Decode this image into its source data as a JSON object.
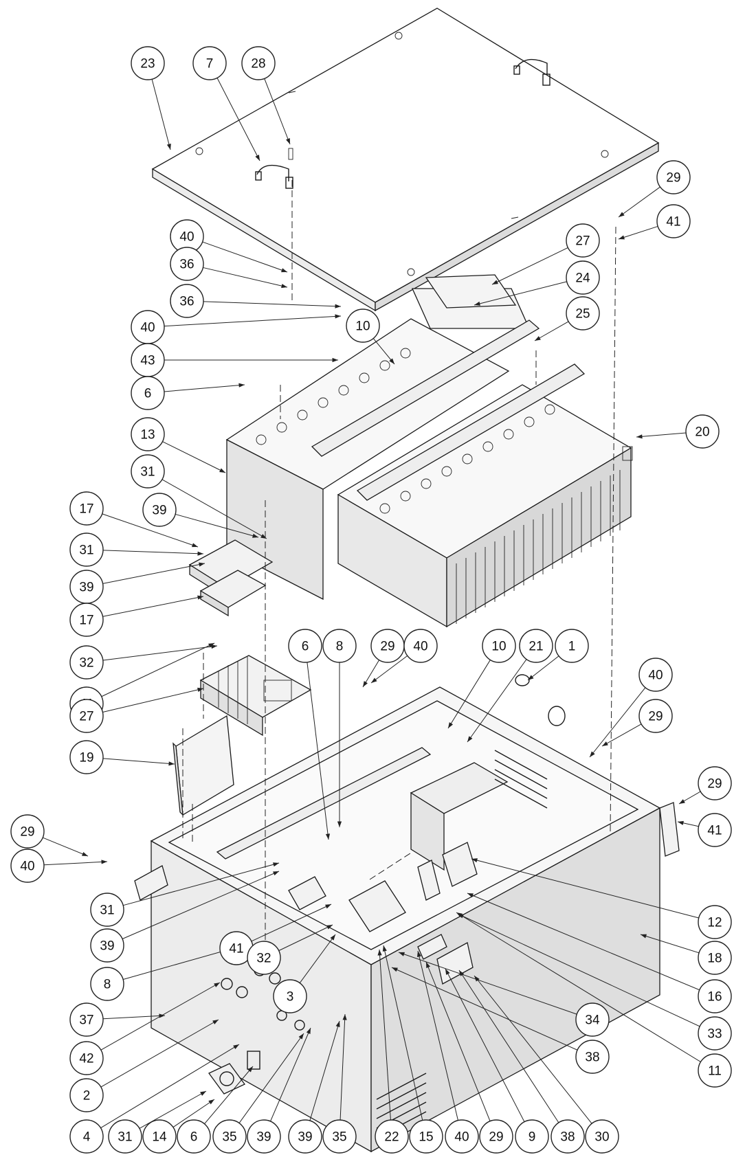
{
  "callouts": [
    {
      "n": "23"
    },
    {
      "n": "7"
    },
    {
      "n": "28"
    },
    {
      "n": "29"
    },
    {
      "n": "41"
    },
    {
      "n": "40"
    },
    {
      "n": "36"
    },
    {
      "n": "27"
    },
    {
      "n": "36"
    },
    {
      "n": "24"
    },
    {
      "n": "40"
    },
    {
      "n": "10"
    },
    {
      "n": "25"
    },
    {
      "n": "43"
    },
    {
      "n": "6"
    },
    {
      "n": "13"
    },
    {
      "n": "20"
    },
    {
      "n": "31"
    },
    {
      "n": "17"
    },
    {
      "n": "39"
    },
    {
      "n": "31"
    },
    {
      "n": "39"
    },
    {
      "n": "17"
    },
    {
      "n": "32"
    },
    {
      "n": "41"
    },
    {
      "n": "6"
    },
    {
      "n": "8"
    },
    {
      "n": "29"
    },
    {
      "n": "40"
    },
    {
      "n": "10"
    },
    {
      "n": "21"
    },
    {
      "n": "1"
    },
    {
      "n": "40"
    },
    {
      "n": "27"
    },
    {
      "n": "29"
    },
    {
      "n": "19"
    },
    {
      "n": "29"
    },
    {
      "n": "29"
    },
    {
      "n": "41"
    },
    {
      "n": "40"
    },
    {
      "n": "31"
    },
    {
      "n": "12"
    },
    {
      "n": "39"
    },
    {
      "n": "41"
    },
    {
      "n": "18"
    },
    {
      "n": "32"
    },
    {
      "n": "8"
    },
    {
      "n": "16"
    },
    {
      "n": "3"
    },
    {
      "n": "37"
    },
    {
      "n": "34"
    },
    {
      "n": "33"
    },
    {
      "n": "42"
    },
    {
      "n": "38"
    },
    {
      "n": "2"
    },
    {
      "n": "11"
    },
    {
      "n": "4"
    },
    {
      "n": "31"
    },
    {
      "n": "14"
    },
    {
      "n": "6"
    },
    {
      "n": "35"
    },
    {
      "n": "39"
    },
    {
      "n": "39"
    },
    {
      "n": "35"
    },
    {
      "n": "22"
    },
    {
      "n": "15"
    },
    {
      "n": "40"
    },
    {
      "n": "29"
    },
    {
      "n": "9"
    },
    {
      "n": "38"
    },
    {
      "n": "30"
    }
  ]
}
